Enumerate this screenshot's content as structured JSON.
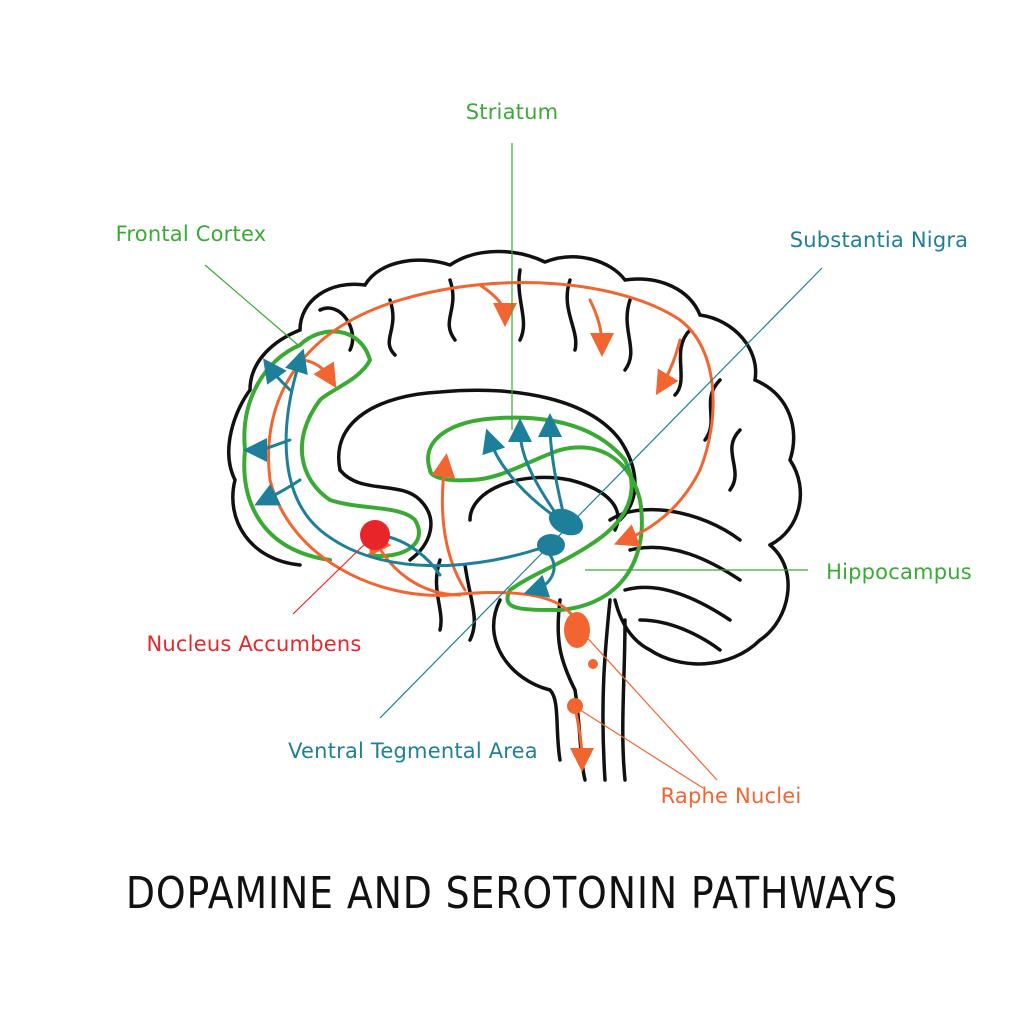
{
  "title": "DOPAMINE AND SEROTONIN PATHWAYS",
  "labels": {
    "striatum": "Striatum",
    "frontal_cortex": "Frontal Cortex",
    "substantia_nigra": "Substantia Nigra",
    "hippocampus": "Hippocampus",
    "nucleus_accumbens": "Nucleus Accumbens",
    "ventral_tegmental_area": "Ventral Tegmental Area",
    "raphe_nuclei": "Raphe Nuclei"
  },
  "colors": {
    "green": "#3aaa35",
    "blue": "#1e7f9a",
    "orange": "#f26430",
    "red": "#e8262a",
    "outline": "#111111"
  }
}
